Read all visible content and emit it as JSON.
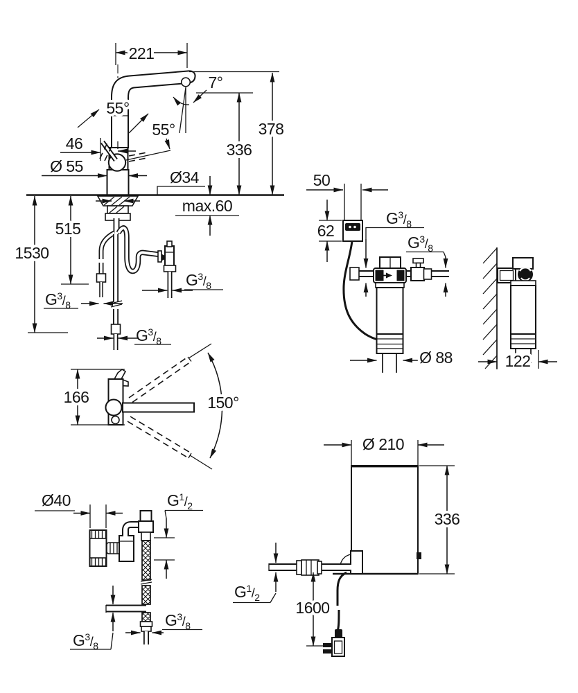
{
  "colors": {
    "background": "#ffffff",
    "line": "#141414"
  },
  "threads": {
    "g38": {
      "g": "G",
      "num": "3",
      "slash": "/",
      "den": "8"
    },
    "g12": {
      "g": "G",
      "num": "1",
      "slash": "/",
      "den": "2"
    }
  },
  "faucet_front": {
    "spout_reach": "221",
    "spout_outlet_angle": "7°",
    "height_to_spout_top": "378",
    "height_to_outlet": "336",
    "handle_swing_left": "55°",
    "handle_swing_right": "55°",
    "handle_projection": "46",
    "body_diameter": "Ø 55",
    "mounting_hole_diameter": "Ø34",
    "max_counter_thickness": "max.60",
    "hose_length_short": "515",
    "hose_length_long": "1530"
  },
  "top_view": {
    "height_above_deck": "166",
    "swivel_angle": "150°"
  },
  "connection_detail": {
    "trap_diameter": "Ø40"
  },
  "filter_unit": {
    "control_box_width": "50",
    "control_box_height": "62",
    "cartridge_diameter": "Ø 88",
    "wall_clearance": "122"
  },
  "boiler_unit": {
    "diameter": "Ø 210",
    "height": "336",
    "cable_length": "1600"
  }
}
